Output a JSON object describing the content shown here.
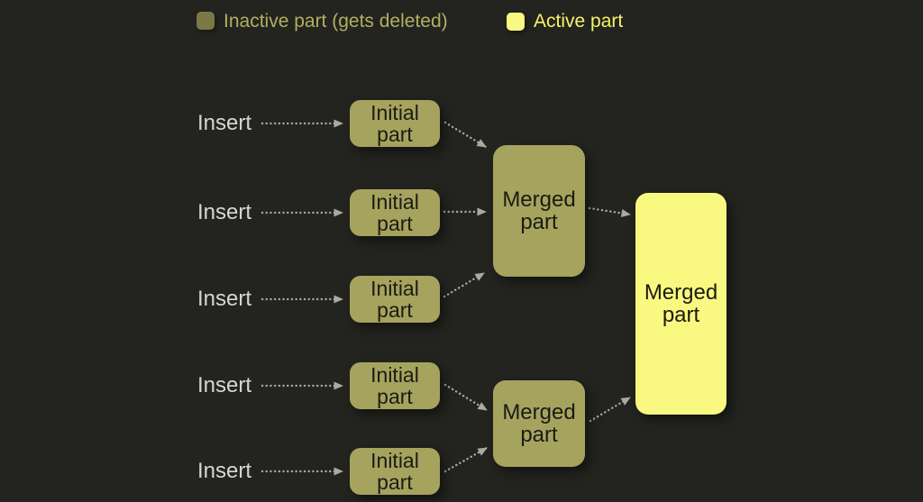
{
  "colors": {
    "background": "#23231f",
    "inactiveFill": "#a6a35e",
    "inactiveLegendFill": "#7b7845",
    "inactiveLegendText": "#b2af63",
    "activeFill": "#f9f880",
    "activeText": "#f5f469",
    "nodeText": "#1b1b13",
    "insertText": "#d6d6d4",
    "arrow": "#a9a9a6"
  },
  "legend": {
    "inactive_label": "Inactive part (gets deleted)",
    "active_label": "Active part"
  },
  "diagram": {
    "insert_labels": [
      "Insert",
      "Insert",
      "Insert",
      "Insert",
      "Insert"
    ],
    "initial_parts": [
      "Initial part",
      "Initial part",
      "Initial part",
      "Initial part",
      "Initial part"
    ],
    "merged_parts": [
      "Merged part",
      "Merged part"
    ],
    "final_part": "Merged part"
  }
}
